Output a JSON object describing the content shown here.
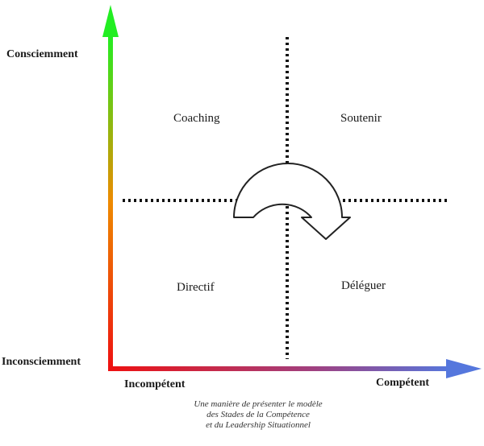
{
  "axes": {
    "y_top_label": "Consciemment",
    "y_bottom_label": "Inconsciemment",
    "x_left_label": "Incompétent",
    "x_right_label": "Compétent"
  },
  "quadrants": {
    "top_left": "Coaching",
    "top_right": "Soutenir",
    "bottom_left": "Directif",
    "bottom_right": "Déléguer"
  },
  "caption": {
    "line1": "Une manière de présenter le modèle",
    "line2": "des Stades de la Compétence",
    "line3": "et du Leadership Situationnel"
  },
  "colors": {
    "y_axis_top": "#22ee22",
    "y_axis_mid": "#ee8a00",
    "y_axis_bottom": "#ee1111",
    "x_axis_left": "#ee1111",
    "x_axis_right": "#5577dd",
    "divider": "#111111",
    "cycle_arrow_stroke": "#222222"
  },
  "icons": {
    "cycle_arrow": "clockwise-arc-arrow-icon"
  }
}
